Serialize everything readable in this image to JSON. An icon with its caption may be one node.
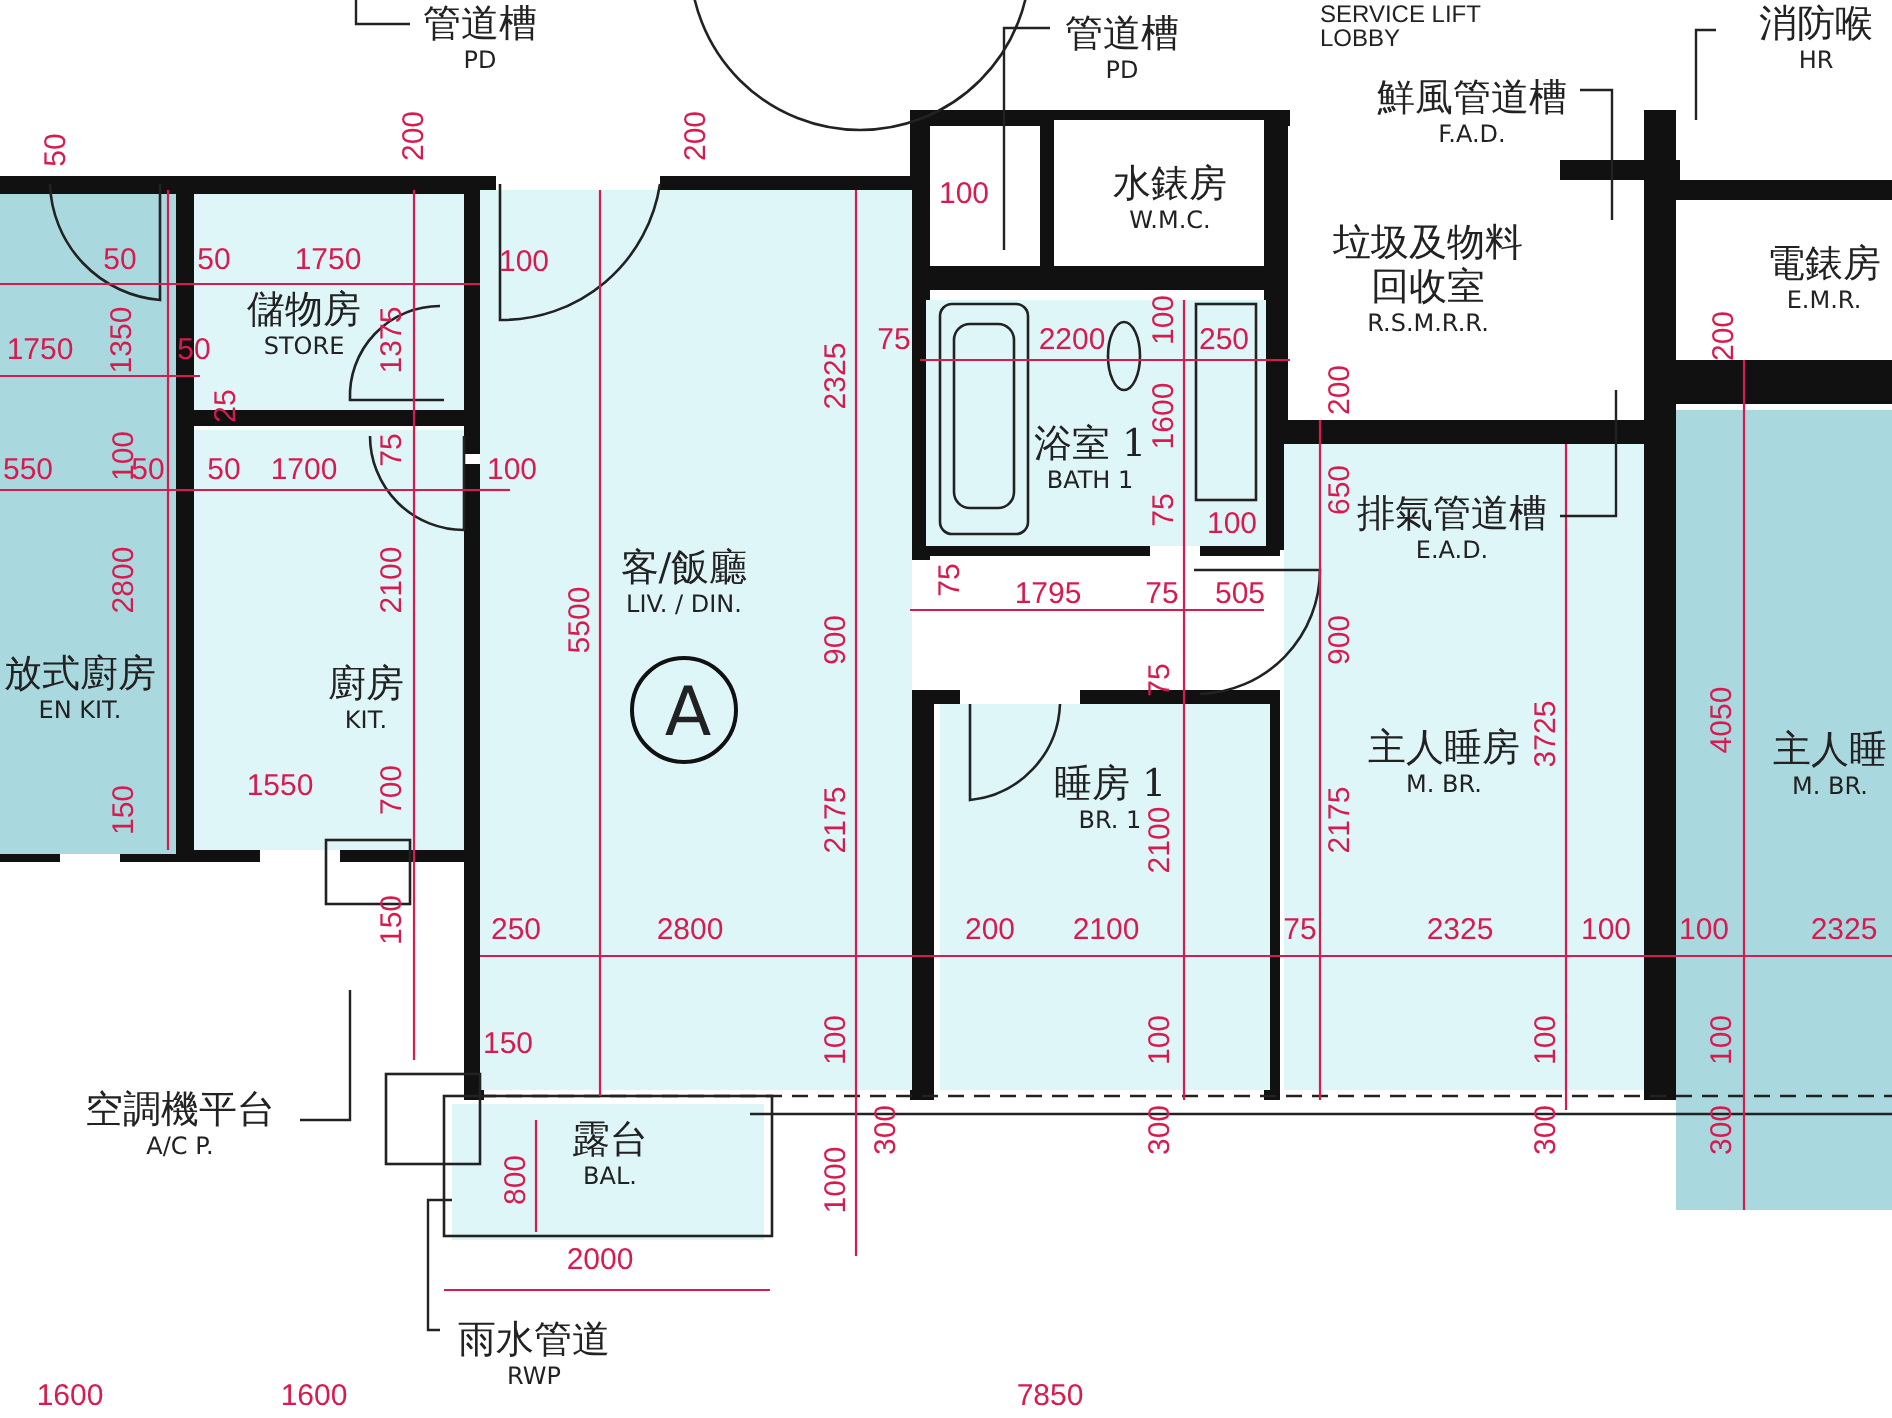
{
  "diagram": {
    "nodes": [
      {
        "text": [
          "儲物房",
          "STORE"
        ]
      },
      {
        "text": [
          "廚房",
          "KIT."
        ]
      },
      {
        "text": [
          "客/飯廳",
          "LIV. / DIN."
        ]
      },
      {
        "text": [
          "A"
        ],
        "in": 2
      },
      {
        "text": [
          "浴室 1",
          "BATH 1"
        ]
      },
      {
        "text": [
          "水錶房",
          "W.M.C."
        ]
      },
      {
        "text": [
          "垃圾及物料回收室",
          "R.S.M.R.R."
        ]
      },
      {
        "text": [
          "睡房 1",
          "BR. 1"
        ]
      },
      {
        "text": [
          "主人睡房",
          "M. BR."
        ]
      },
      {
        "text": [
          "放式廚房",
          "EN KIT."
        ]
      },
      {
        "text": [
          "主人睡",
          "M. BR."
        ]
      },
      {
        "text": [
          "電錶房",
          "E.M.R."
        ]
      },
      {
        "text": [
          "露台",
          "BAL."
        ]
      },
      {
        "text": [
          "管道槽",
          "PD"
        ]
      },
      {
        "text": [
          "管道槽",
          "PD"
        ]
      },
      {
        "text": [
          "鮮風管道槽",
          "F.A.D."
        ]
      },
      {
        "text": [
          "排氣管道槽",
          "E.A.D."
        ],
        "in": 8
      },
      {
        "text": [
          "空調機平台",
          "A/C P."
        ]
      },
      {
        "text": [
          "雨水管道",
          "RWP"
        ]
      },
      {
        "text": [
          "消防喉",
          "HR"
        ]
      }
    ],
    "edges": [
      {
        "from": 13,
        "to": null,
        "arrow": "none"
      },
      {
        "from": 14,
        "to": null,
        "arrow": "none"
      },
      {
        "from": 15,
        "to": null,
        "arrow": "none"
      },
      {
        "from": 16,
        "to": null,
        "arrow": "none"
      },
      {
        "from": 17,
        "to": null,
        "arrow": "none"
      },
      {
        "from": 18,
        "to": 12,
        "arrow": "none"
      },
      {
        "from": 19,
        "to": null,
        "arrow": "none"
      }
    ],
    "labels": [
      "SERVICE LIFT LOBBY",
      "50",
      "200",
      "200",
      "100",
      "50",
      "50",
      "1750",
      "100",
      "1350",
      "1375",
      "75",
      "2325",
      "2200",
      "100",
      "250",
      "1750",
      "50",
      "25",
      "200",
      "1600",
      "550",
      "100",
      "50",
      "50",
      "1700",
      "75",
      "100",
      "650",
      "75",
      "100",
      "2800",
      "2100",
      "5500",
      "75",
      "1795",
      "75",
      "505",
      "900",
      "900",
      "75",
      "3725",
      "4050",
      "200",
      "1550",
      "700",
      "150",
      "2175",
      "2100",
      "2175",
      "150",
      "250",
      "2800",
      "200",
      "2100",
      "75",
      "2325",
      "100",
      "100",
      "2325",
      "100",
      "100",
      "100",
      "100",
      "150",
      "300",
      "300",
      "300",
      "300",
      "800",
      "1000",
      "2000",
      "1600",
      "1600",
      "7850"
    ]
  }
}
